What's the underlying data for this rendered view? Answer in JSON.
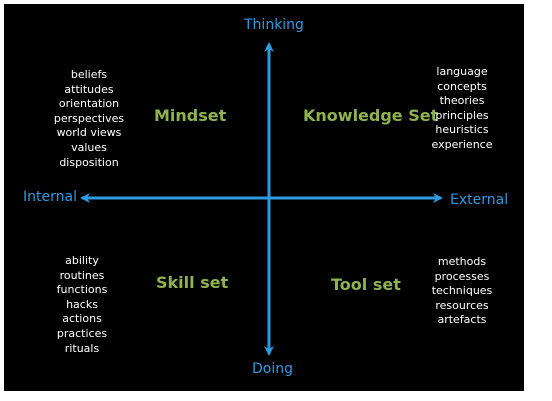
{
  "axes": {
    "top": "Thinking",
    "bottom": "Doing",
    "left": "Internal",
    "right": "External",
    "color": "#2e9be0"
  },
  "quadrants": {
    "top_left": {
      "title": "Mindset",
      "items": [
        "beliefs",
        "attitudes",
        "orientation",
        "perspectives",
        "world views",
        "values",
        "disposition"
      ]
    },
    "top_right": {
      "title": "Knowledge Set",
      "items": [
        "language",
        "concepts",
        "theories",
        "principles",
        "heuristics",
        "experience"
      ]
    },
    "bottom_left": {
      "title": "Skill set",
      "items": [
        "ability",
        "routines",
        "functions",
        "hacks",
        "actions",
        "practices",
        "rituals"
      ]
    },
    "bottom_right": {
      "title": "Tool set",
      "items": [
        "methods",
        "processes",
        "techniques",
        "resources",
        "artefacts"
      ]
    }
  },
  "colors": {
    "background": "#000000",
    "title": "#8db24f",
    "items": "#ffffff"
  }
}
